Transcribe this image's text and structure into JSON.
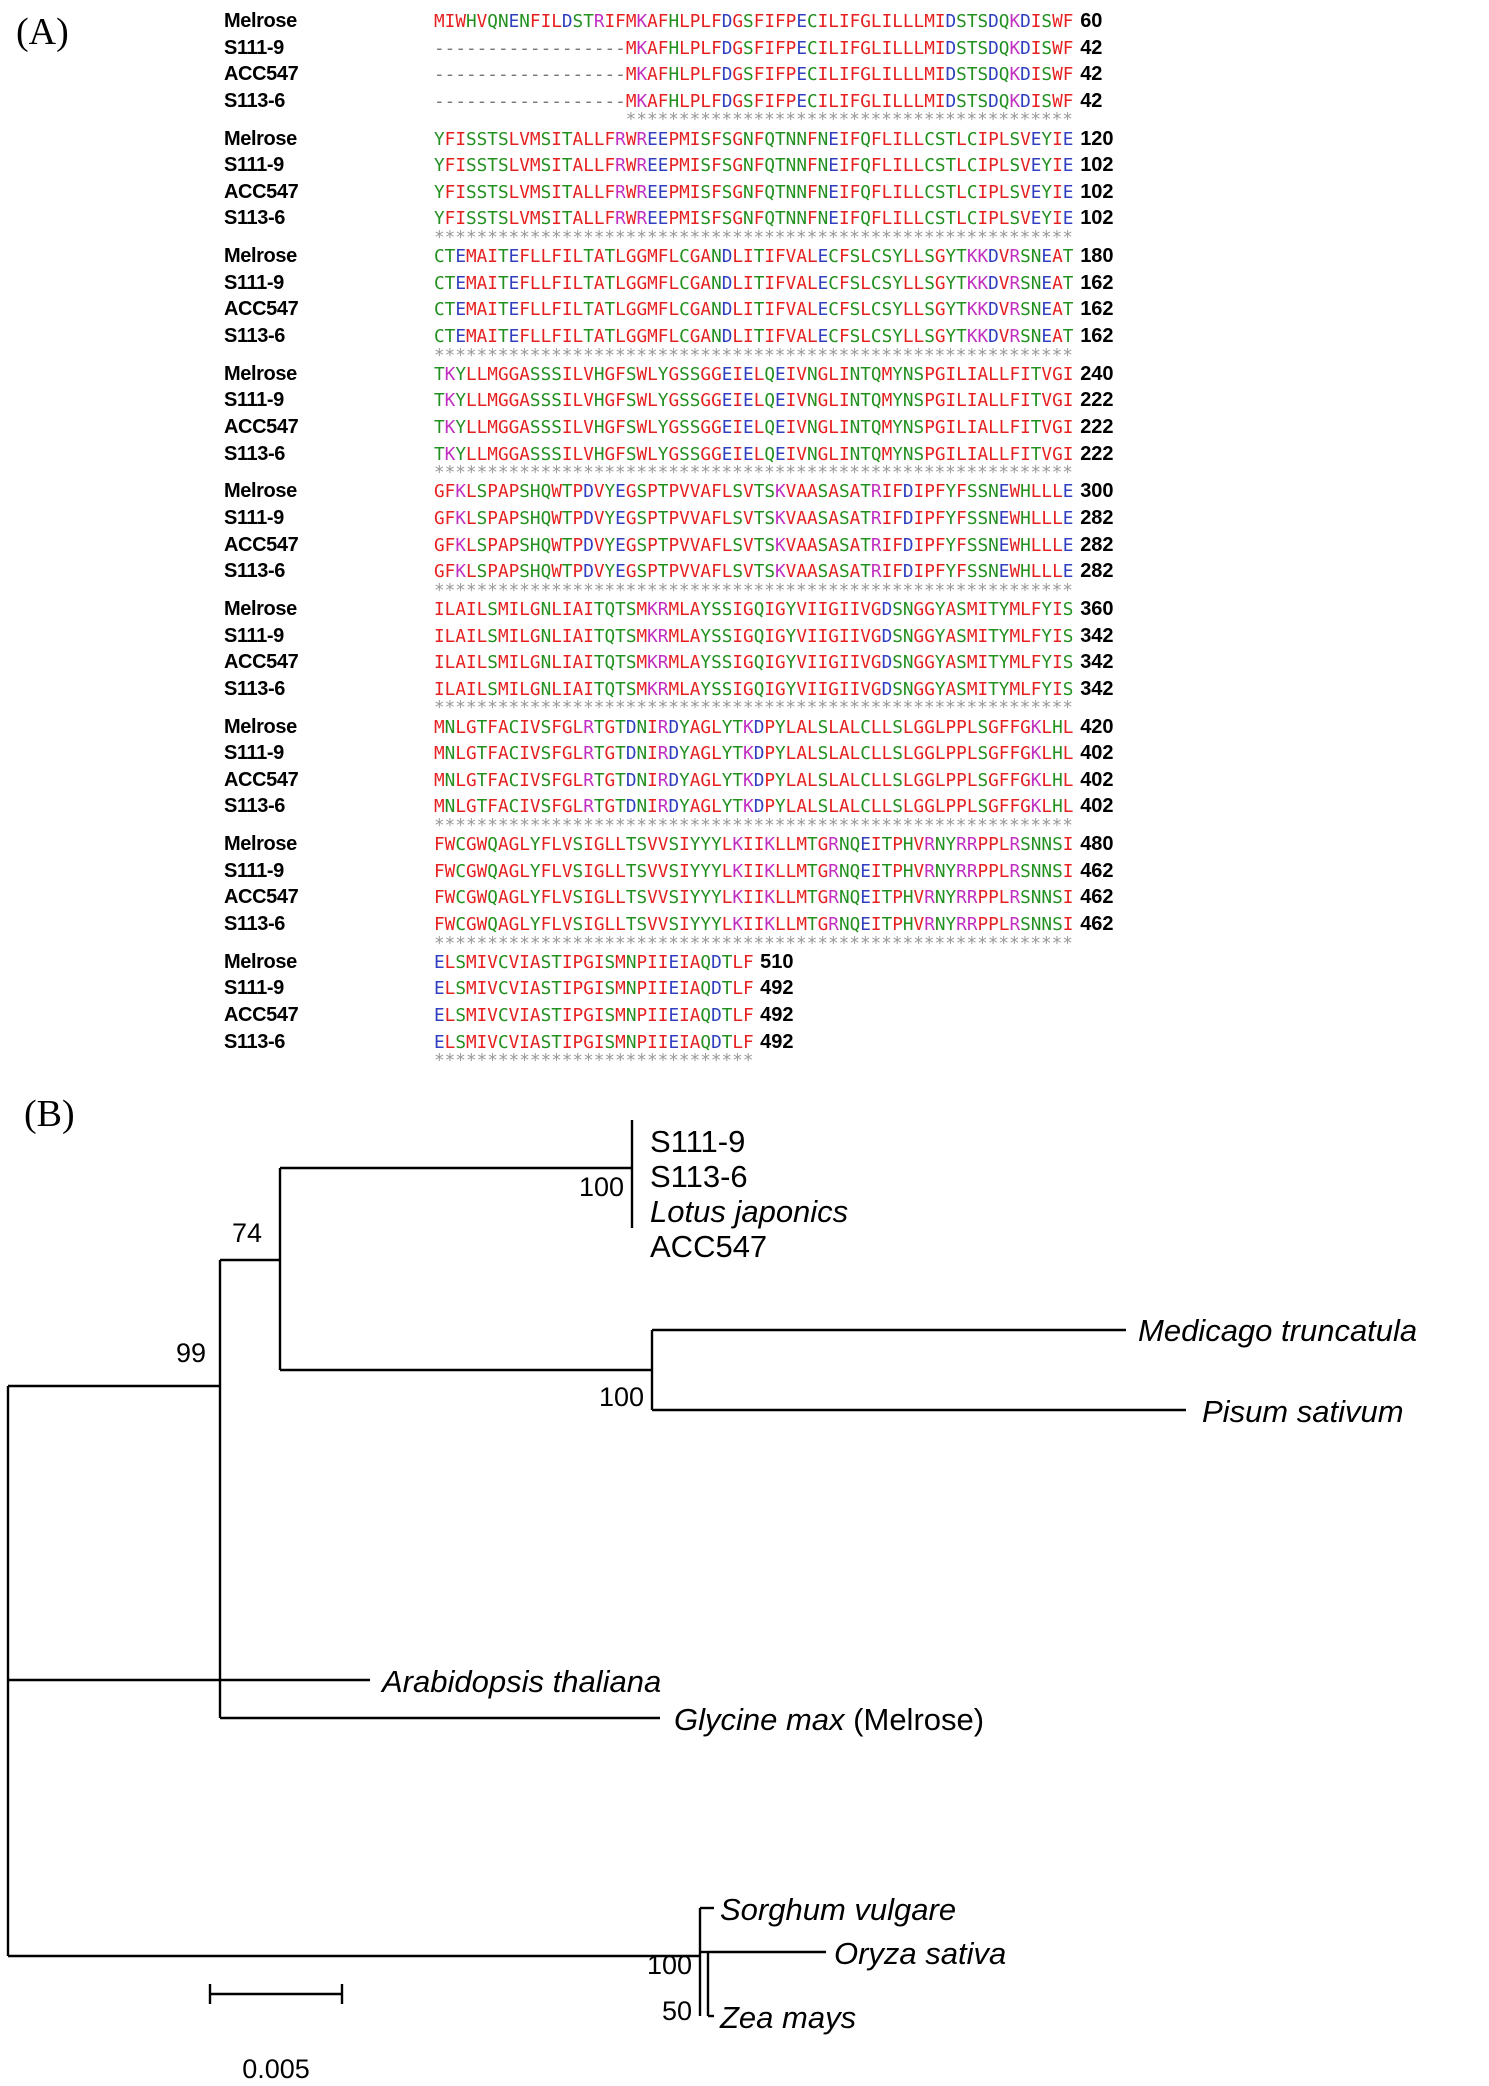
{
  "panel_a_label": "(A)",
  "panel_b_label": "(B)",
  "alignment": {
    "colors": {
      "red": "#e62020",
      "green": "#22901f",
      "blue": "#2f3fbf",
      "magenta": "#c02fc0",
      "gap": "#777777",
      "conservation": "#999999"
    },
    "blocks": [
      {
        "rows": [
          {
            "name": "Melrose",
            "seq": "MIWHVQNENFILDSTRIFMKAFHLPLFDGSFIFPECILIFGLILLLMIDSTSDQKDISWF",
            "end": "60"
          },
          {
            "name": "S111-9",
            "seq": "------------------MKAFHLPLFDGSFIFPECILIFGLILLLMIDSTSDQKDISWF",
            "end": "42"
          },
          {
            "name": "ACC547",
            "seq": "------------------MKAFHLPLFDGSFIFPECILIFGLILLLMIDSTSDQKDISWF",
            "end": "42"
          },
          {
            "name": "S113-6",
            "seq": "------------------MKAFHLPLFDGSFIFPECILIFGLILLLMIDSTSDQKDISWF",
            "end": "42"
          }
        ],
        "conservation": "                  ******************************************"
      },
      {
        "rows": [
          {
            "name": "Melrose",
            "seq": "YFISSTSLVMSITALLFRWREEPMISFSGNFQTNNFNEIFQFLILLCSTLCIPLSVEYIE",
            "end": "120"
          },
          {
            "name": "S111-9",
            "seq": "YFISSTSLVMSITALLFRWREEPMISFSGNFQTNNFNEIFQFLILLCSTLCIPLSVEYIE",
            "end": "102"
          },
          {
            "name": "ACC547",
            "seq": "YFISSTSLVMSITALLFRWREEPMISFSGNFQTNNFNEIFQFLILLCSTLCIPLSVEYIE",
            "end": "102"
          },
          {
            "name": "S113-6",
            "seq": "YFISSTSLVMSITALLFRWREEPMISFSGNFQTNNFNEIFQFLILLCSTLCIPLSVEYIE",
            "end": "102"
          }
        ],
        "conservation": "************************************************************"
      },
      {
        "rows": [
          {
            "name": "Melrose",
            "seq": "CTEMAITEFLLFILTATLGGMFLCGANDLITIFVALECFSLCSYLLSGYTKKDVRSNEAT",
            "end": "180"
          },
          {
            "name": "S111-9",
            "seq": "CTEMAITEFLLFILTATLGGMFLCGANDLITIFVALECFSLCSYLLSGYTKKDVRSNEAT",
            "end": "162"
          },
          {
            "name": "ACC547",
            "seq": "CTEMAITEFLLFILTATLGGMFLCGANDLITIFVALECFSLCSYLLSGYTKKDVRSNEAT",
            "end": "162"
          },
          {
            "name": "S113-6",
            "seq": "CTEMAITEFLLFILTATLGGMFLCGANDLITIFVALECFSLCSYLLSGYTKKDVRSNEAT",
            "end": "162"
          }
        ],
        "conservation": "************************************************************"
      },
      {
        "rows": [
          {
            "name": "Melrose",
            "seq": "TKYLLMGGASSSILVHGFSWLYGSSGGEIELQEIVNGLINTQMYNSPGILIALLFITVGI",
            "end": "240"
          },
          {
            "name": "S111-9",
            "seq": "TKYLLMGGASSSILVHGFSWLYGSSGGEIELQEIVNGLINTQMYNSPGILIALLFITVGI",
            "end": "222"
          },
          {
            "name": "ACC547",
            "seq": "TKYLLMGGASSSILVHGFSWLYGSSGGEIELQEIVNGLINTQMYNSPGILIALLFITVGI",
            "end": "222"
          },
          {
            "name": "S113-6",
            "seq": "TKYLLMGGASSSILVHGFSWLYGSSGGEIELQEIVNGLINTQMYNSPGILIALLFITVGI",
            "end": "222"
          }
        ],
        "conservation": "************************************************************"
      },
      {
        "rows": [
          {
            "name": "Melrose",
            "seq": "GFKLSPAPSHQWTPDVYEGSPTPVVAFLSVTSKVAASASATRIFDIPFYFSSNEWHLLLE",
            "end": "300"
          },
          {
            "name": "S111-9",
            "seq": "GFKLSPAPSHQWTPDVYEGSPTPVVAFLSVTSKVAASASATRIFDIPFYFSSNEWHLLLE",
            "end": "282"
          },
          {
            "name": "ACC547",
            "seq": "GFKLSPAPSHQWTPDVYEGSPTPVVAFLSVTSKVAASASATRIFDIPFYFSSNEWHLLLE",
            "end": "282"
          },
          {
            "name": "S113-6",
            "seq": "GFKLSPAPSHQWTPDVYEGSPTPVVAFLSVTSKVAASASATRIFDIPFYFSSNEWHLLLE",
            "end": "282"
          }
        ],
        "conservation": "************************************************************"
      },
      {
        "rows": [
          {
            "name": "Melrose",
            "seq": "ILAILSMILGNLIAITQTSMKRMLAYSSIGQIGYVIIGIIVGDSNGGYASMITYMLFYIS",
            "end": "360"
          },
          {
            "name": "S111-9",
            "seq": "ILAILSMILGNLIAITQTSMKRMLAYSSIGQIGYVIIGIIVGDSNGGYASMITYMLFYIS",
            "end": "342"
          },
          {
            "name": "ACC547",
            "seq": "ILAILSMILGNLIAITQTSMKRMLAYSSIGQIGYVIIGIIVGDSNGGYASMITYMLFYIS",
            "end": "342"
          },
          {
            "name": "S113-6",
            "seq": "ILAILSMILGNLIAITQTSMKRMLAYSSIGQIGYVIIGIIVGDSNGGYASMITYMLFYIS",
            "end": "342"
          }
        ],
        "conservation": "************************************************************"
      },
      {
        "rows": [
          {
            "name": "Melrose",
            "seq": "MNLGTFACIVSFGLRTGTDNIRDYAGLYTKDPYLALSLALCLLSLGGLPPLSGFFGKLHL",
            "end": "420"
          },
          {
            "name": "S111-9",
            "seq": "MNLGTFACIVSFGLRTGTDNIRDYAGLYTKDPYLALSLALCLLSLGGLPPLSGFFGKLHL",
            "end": "402"
          },
          {
            "name": "ACC547",
            "seq": "MNLGTFACIVSFGLRTGTDNIRDYAGLYTKDPYLALSLALCLLSLGGLPPLSGFFGKLHL",
            "end": "402"
          },
          {
            "name": "S113-6",
            "seq": "MNLGTFACIVSFGLRTGTDNIRDYAGLYTKDPYLALSLALCLLSLGGLPPLSGFFGKLHL",
            "end": "402"
          }
        ],
        "conservation": "************************************************************"
      },
      {
        "rows": [
          {
            "name": "Melrose",
            "seq": "FWCGWQAGLYFLVSIGLLTSVVSIYYYLKIIKLLMTGRNQEITPHVRNYRRPPLRSNNSI",
            "end": "480"
          },
          {
            "name": "S111-9",
            "seq": "FWCGWQAGLYFLVSIGLLTSVVSIYYYLKIIKLLMTGRNQEITPHVRNYRRPPLRSNNSI",
            "end": "462"
          },
          {
            "name": "ACC547",
            "seq": "FWCGWQAGLYFLVSIGLLTSVVSIYYYLKIIKLLMTGRNQEITPHVRNYRRPPLRSNNSI",
            "end": "462"
          },
          {
            "name": "S113-6",
            "seq": "FWCGWQAGLYFLVSIGLLTSVVSIYYYLKIIKLLMTGRNQEITPHVRNYRRPPLRSNNSI",
            "end": "462"
          }
        ],
        "conservation": "************************************************************"
      },
      {
        "rows": [
          {
            "name": "Melrose",
            "seq": "ELSMIVCVIASTIPGISMNPIIEIAQDTLF",
            "end": "510"
          },
          {
            "name": "S111-9",
            "seq": "ELSMIVCVIASTIPGISMNPIIEIAQDTLF",
            "end": "492"
          },
          {
            "name": "ACC547",
            "seq": "ELSMIVCVIASTIPGISMNPIIEIAQDTLF",
            "end": "492"
          },
          {
            "name": "S113-6",
            "seq": "ELSMIVCVIASTIPGISMNPIIEIAQDTLF",
            "end": "492"
          }
        ],
        "conservation": "******************************"
      }
    ]
  },
  "tree": {
    "leaves": {
      "s111": "S111-9",
      "s113": "S113-6",
      "lotus": "Lotus japonics",
      "acc": "ACC547",
      "medicago": "Medicago truncatula",
      "pisum": "Pisum sativum",
      "glycine_italic": "Glycine max",
      "glycine_note": "(Melrose)",
      "arabidopsis": "Arabidopsis thaliana",
      "sorghum": "Sorghum vulgare",
      "oryza": "Oryza sativa",
      "zea": "Zea mays"
    },
    "bootstrap": {
      "lotus_clade": "100",
      "legume_clade": "74",
      "dicot_clade": "99",
      "medicago_pisum": "100",
      "monocot_clade": "100",
      "oryza_zea": "50"
    },
    "scale_bar": "0.005"
  }
}
